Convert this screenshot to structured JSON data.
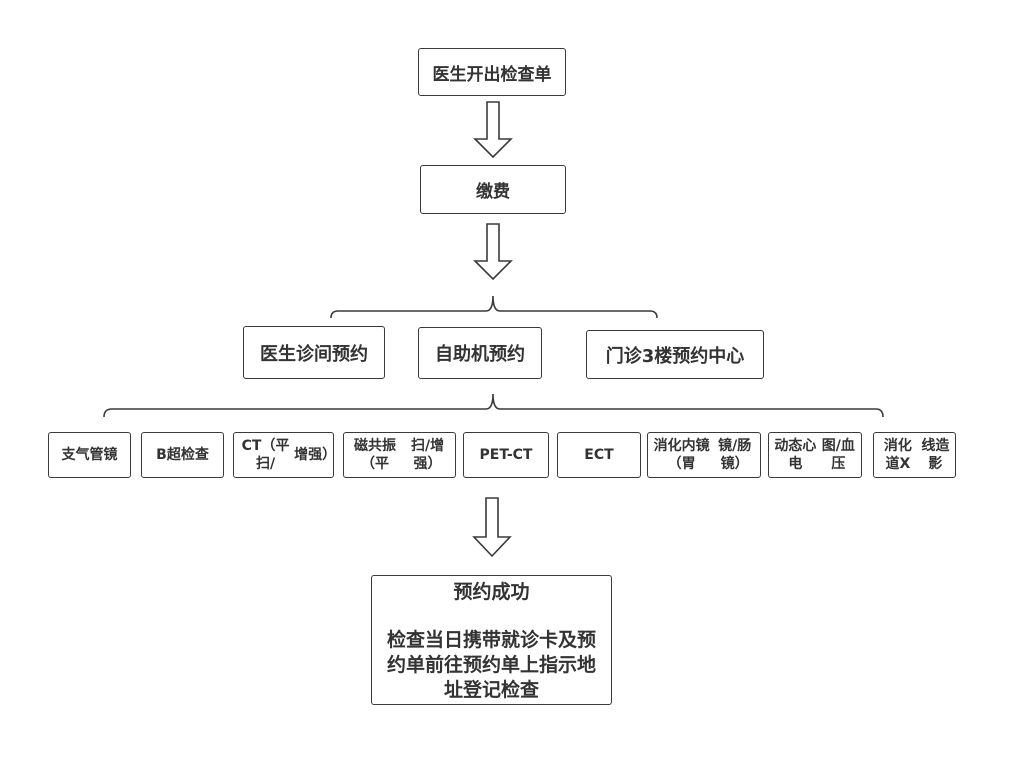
{
  "step1": "医生开出检查单",
  "step2": "缴费",
  "booking_options": [
    "医生诊间预约",
    "自助机预约",
    "门诊3楼预约中心"
  ],
  "exams": [
    [
      "支气管镜"
    ],
    [
      "B超检查"
    ],
    [
      "CT（平扫/",
      "增强）"
    ],
    [
      "磁共振（平",
      "扫/增强）"
    ],
    [
      "PET-CT"
    ],
    [
      "ECT"
    ],
    [
      "消化内镜（胃",
      "镜/肠镜）"
    ],
    [
      "动态心电",
      "图/血压"
    ],
    [
      "消化道X",
      "线造影"
    ]
  ],
  "result": {
    "title": "预约成功",
    "lines": [
      "检查当日携带就诊卡及预",
      "约单前往预约单上指示地",
      "址登记检查"
    ]
  }
}
